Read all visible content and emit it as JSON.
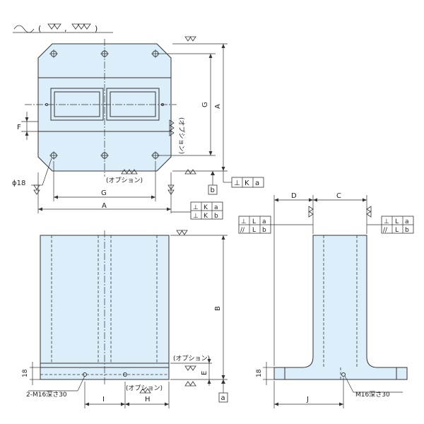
{
  "header": {
    "open": "(",
    "comma": ",",
    "close": ")"
  },
  "labels": {
    "option": "(オプション)",
    "tap_front": "2-M16深さ30",
    "tap_side": "M16深さ30"
  },
  "dims": {
    "A": "A",
    "B": "B",
    "C": "C",
    "D": "D",
    "E": "E",
    "F": "F",
    "G": "G",
    "H": "H",
    "I": "I",
    "J": "J",
    "phi18": "ϕ18",
    "t18": "18"
  },
  "datums": {
    "a": "a",
    "b": "b"
  },
  "tolerance": {
    "perp": "⊥",
    "parallel": "//",
    "K": "K",
    "L": "L"
  }
}
